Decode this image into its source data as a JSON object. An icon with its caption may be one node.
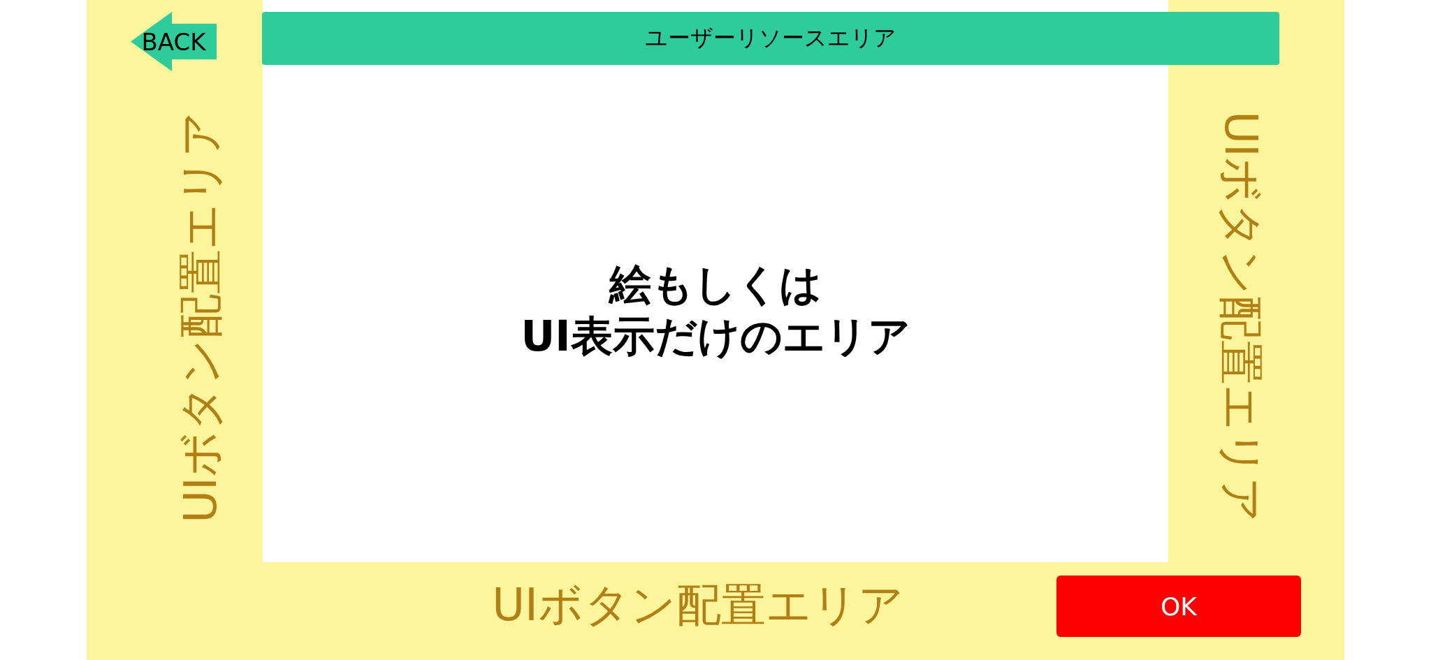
{
  "diagram": {
    "nodes": [
      {
        "text": [
          "UIボタン配置エリア",
          "UIボタン配置エリア",
          "UIボタン配置エリア"
        ]
      },
      {
        "text": [
          "絵もしくは",
          "UI表示だけのエリア"
        ],
        "in": 0
      },
      {
        "text": [
          "ユーザーリソースエリア"
        ],
        "in": 0
      },
      {
        "text": [
          "BACK"
        ],
        "in": 0
      },
      {
        "text": [
          "OK"
        ],
        "in": 0
      }
    ],
    "edges": []
  }
}
